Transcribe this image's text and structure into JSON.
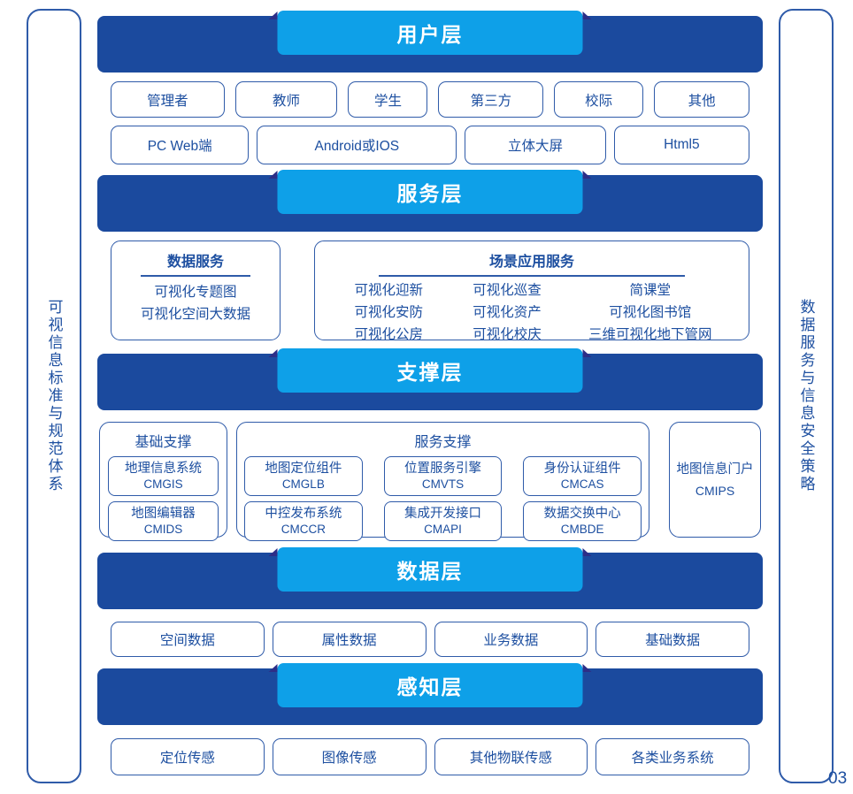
{
  "colors": {
    "layer_bar": "#1B4A9E",
    "ribbon_tab": "#0EA0E8",
    "ribbon_fold": "#2D2E87",
    "box_border": "#2F5BA9",
    "text_blue": "#1D4FA0",
    "title_text": "#FFFFFF"
  },
  "side_panels": {
    "left_label": "可视信息标准与规范体系",
    "right_label": "数据服务与信息安全策略"
  },
  "page_number": "03",
  "layers": {
    "user": {
      "title": "用户层",
      "roles": [
        "管理者",
        "教师",
        "学生",
        "第三方",
        "校际",
        "其他"
      ],
      "clients": [
        "PC Web端",
        "Android或IOS",
        "立体大屏",
        "Html5"
      ]
    },
    "service": {
      "title": "服务层",
      "data_service": {
        "title": "数据服务",
        "items": [
          "可视化专题图",
          "可视化空间大数据"
        ]
      },
      "scene_service": {
        "title": "场景应用服务",
        "items": [
          "可视化迎新",
          "可视化巡查",
          "简课堂",
          "可视化安防",
          "可视化资产",
          "可视化图书馆",
          "可视化公房",
          "可视化校庆",
          "三维可视化地下管网"
        ]
      }
    },
    "support": {
      "title": "支撑层",
      "base_support": {
        "title": "基础支撑",
        "items": [
          {
            "name": "地理信息系统",
            "code": "CMGIS"
          },
          {
            "name": "地图编辑器",
            "code": "CMIDS"
          }
        ]
      },
      "service_support": {
        "title": "服务支撑",
        "items": [
          {
            "name": "地图定位组件",
            "code": "CMGLB"
          },
          {
            "name": "位置服务引擎",
            "code": "CMVTS"
          },
          {
            "name": "身份认证组件",
            "code": "CMCAS"
          },
          {
            "name": "中控发布系统",
            "code": "CMCCR"
          },
          {
            "name": "集成开发接口",
            "code": "CMAPI"
          },
          {
            "name": "数据交换中心",
            "code": "CMBDE"
          }
        ]
      },
      "portal": {
        "name": "地图信息门户",
        "code": "CMIPS"
      }
    },
    "data": {
      "title": "数据层",
      "items": [
        "空间数据",
        "属性数据",
        "业务数据",
        "基础数据"
      ]
    },
    "perception": {
      "title": "感知层",
      "items": [
        "定位传感",
        "图像传感",
        "其他物联传感",
        "各类业务系统"
      ]
    }
  }
}
